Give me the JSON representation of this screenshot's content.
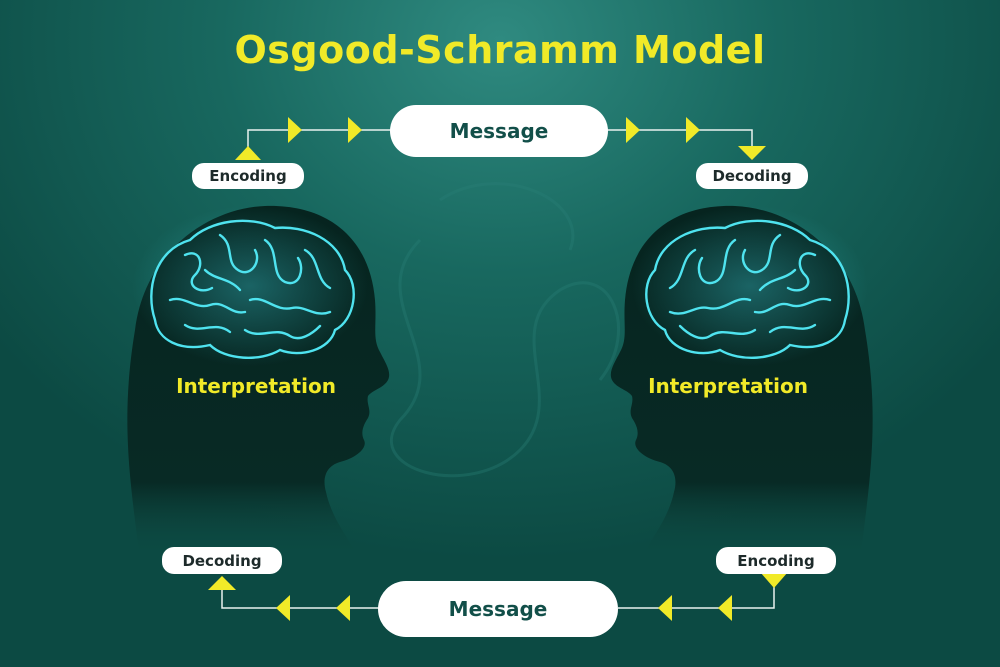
{
  "title": "Osgood-Schramm Model",
  "top": {
    "message": "Message",
    "left_label": "Encoding",
    "right_label": "Decoding"
  },
  "bottom": {
    "message": "Message",
    "left_label": "Decoding",
    "right_label": "Encoding"
  },
  "heads": {
    "left_label": "Interpretation",
    "right_label": "Interpretation"
  },
  "colors": {
    "accent": "#f1ea28",
    "background": "#15645b",
    "head": "#06241f",
    "brain": "#4fe3ef",
    "pill": "#ffffff"
  }
}
